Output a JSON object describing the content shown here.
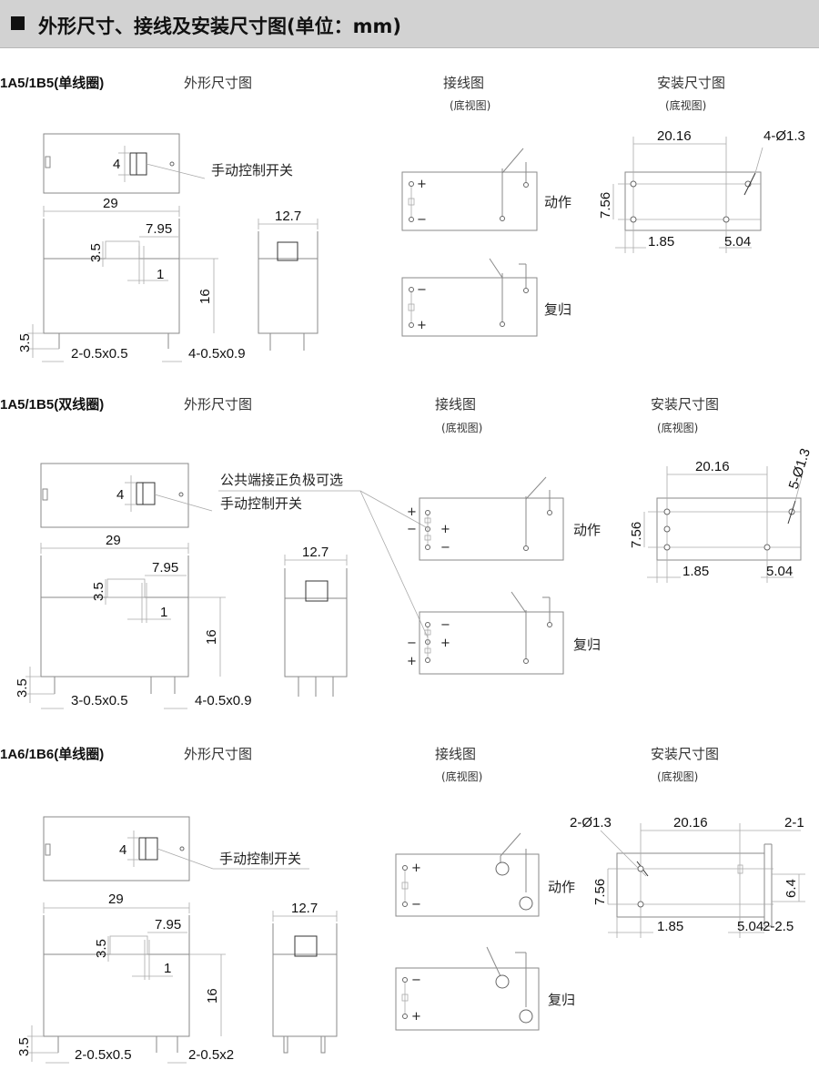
{
  "header": {
    "title": "外形尺寸、接线及安装尺寸图(单位：mm)"
  },
  "sections": [
    {
      "label": "1A5/1B5(单线圈)",
      "outline_title": "外形尺寸图",
      "wiring_title": "接线图",
      "wiring_sub": "(底视图)",
      "mount_title": "安装尺寸图",
      "mount_sub": "(底视图)",
      "callout": "手动控制开关",
      "d_4": "4",
      "d_29": "29",
      "d_795": "7.95",
      "d_35": "3.5",
      "d_1": "1",
      "d_16": "16",
      "d_35b": "3.5",
      "pins_a": "2-0.5x0.5",
      "pins_b": "4-0.5x0.9",
      "d_127": "12.7",
      "state_on": "动作",
      "state_off": "复归",
      "m_2016": "20.16",
      "m_hole": "4-Ø1.3",
      "m_756": "7.56",
      "m_185": "1.85",
      "m_504": "5.04"
    },
    {
      "label": "1A5/1B5(双线圈)",
      "outline_title": "外形尺寸图",
      "wiring_title": "接线图",
      "wiring_sub": "(底视图)",
      "mount_title": "安装尺寸图",
      "mount_sub": "(底视图)",
      "callout": "手动控制开关",
      "callout2": "公共端接正负极可选",
      "d_4": "4",
      "d_29": "29",
      "d_795": "7.95",
      "d_35": "3.5",
      "d_1": "1",
      "d_16": "16",
      "d_35b": "3.5",
      "pins_a": "3-0.5x0.5",
      "pins_b": "4-0.5x0.9",
      "d_127": "12.7",
      "state_on": "动作",
      "state_off": "复归",
      "m_2016": "20.16",
      "m_hole": "5-Ø1.3",
      "m_756": "7.56",
      "m_185": "1.85",
      "m_504": "5.04"
    },
    {
      "label": "1A6/1B6(单线圈)",
      "outline_title": "外形尺寸图",
      "wiring_title": "接线图",
      "wiring_sub": "(底视图)",
      "mount_title": "安装尺寸图",
      "mount_sub": "(底视图)",
      "callout": "手动控制开关",
      "d_4": "4",
      "d_29": "29",
      "d_795": "7.95",
      "d_35": "3.5",
      "d_1": "1",
      "d_16": "16",
      "d_35b": "3.5",
      "pins_a": "2-0.5x0.5",
      "pins_b": "2-0.5x2",
      "d_127": "12.7",
      "state_on": "动作",
      "state_off": "复归",
      "m_2016": "20.16",
      "m_hole": "2-Ø1.3",
      "m_21": "2-1",
      "m_756": "7.56",
      "m_64": "6.4",
      "m_185": "1.85",
      "m_504": "5.04",
      "m_225": "2-2.5"
    }
  ],
  "symbols": {
    "plus": "+",
    "minus": "−"
  },
  "colors": {
    "header_bg": "#d2d2d2",
    "line": "#8a8a8a",
    "text": "#111111"
  }
}
